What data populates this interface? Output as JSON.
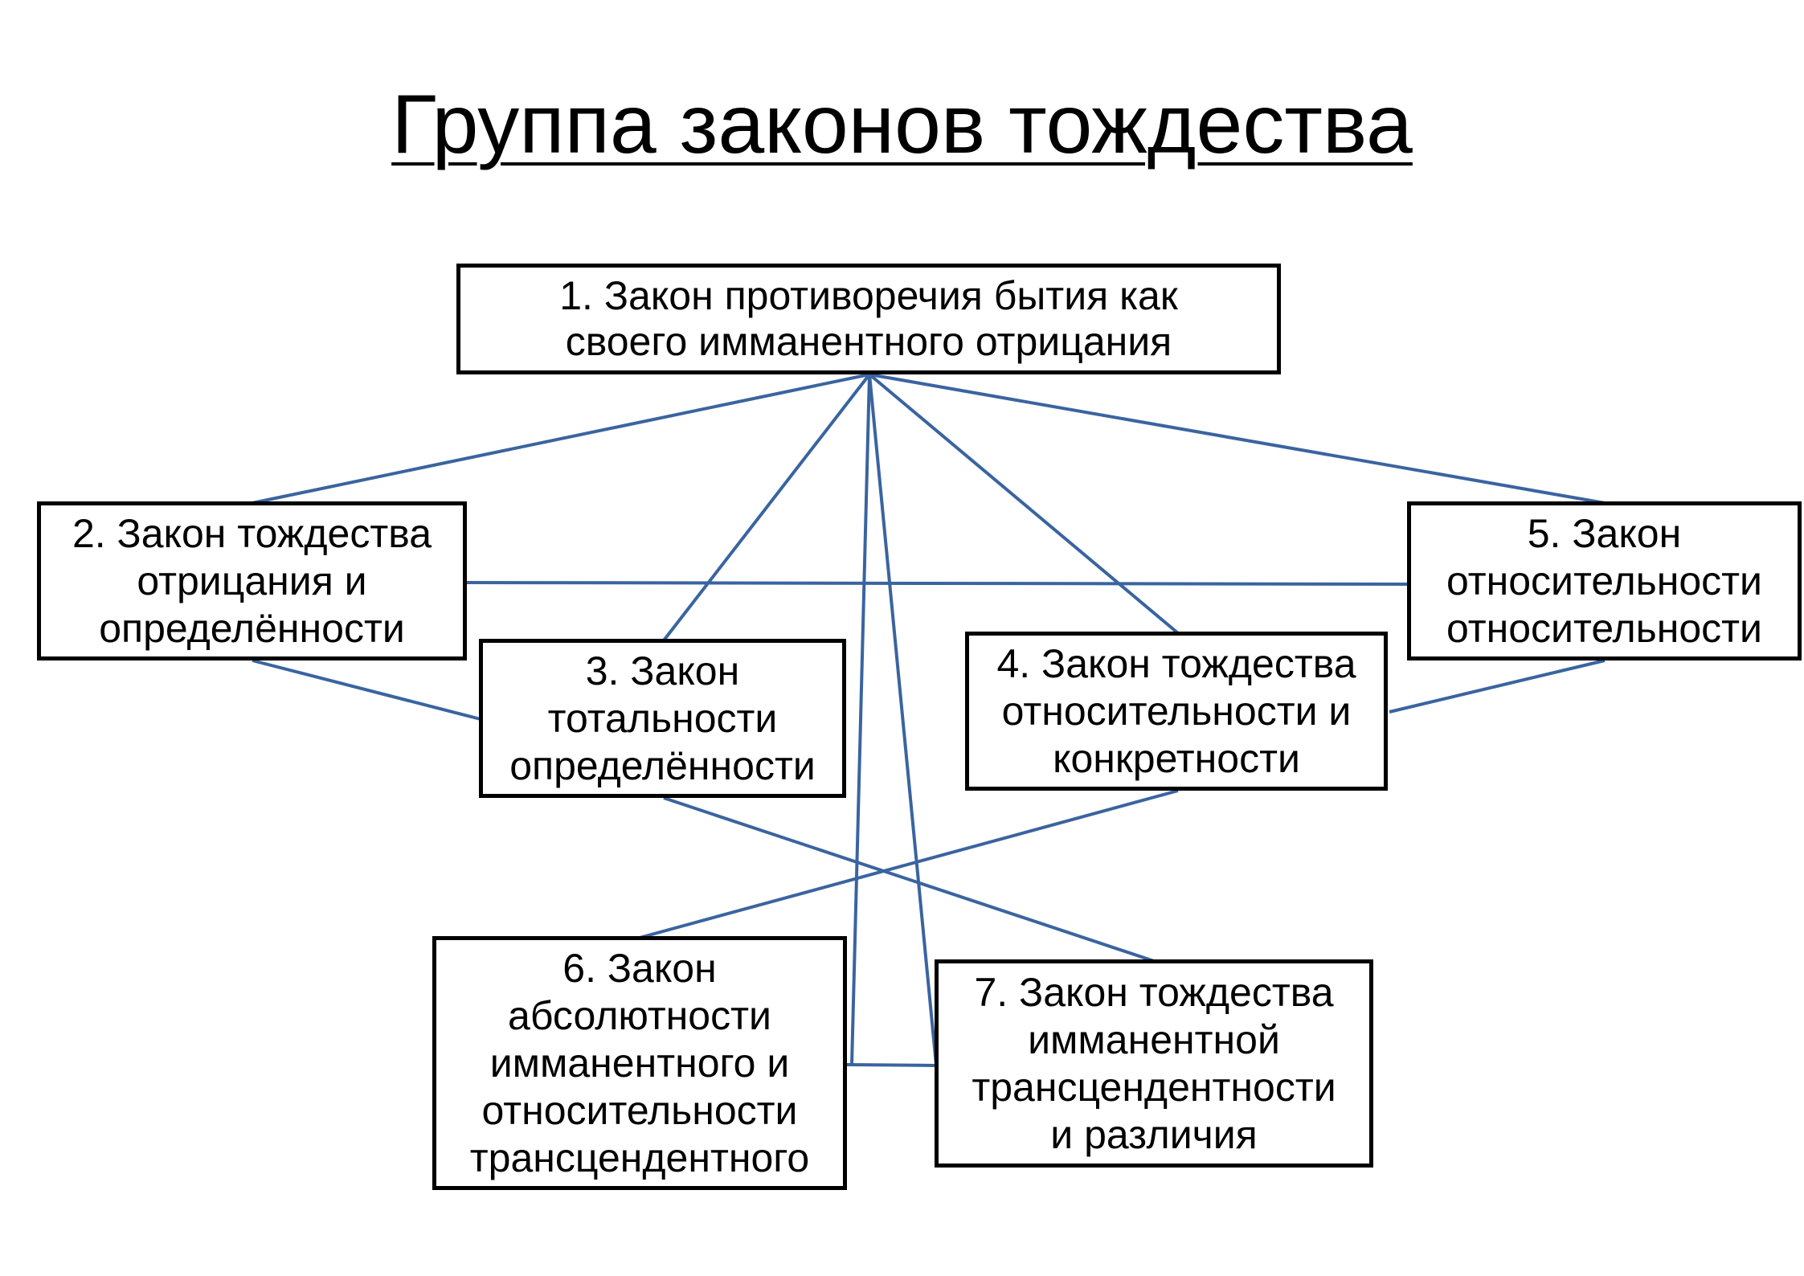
{
  "title": "Группа законов тождества",
  "colors": {
    "line": "#3a64a0",
    "border": "#000000"
  },
  "nodes": {
    "n1": "1. Закон противоречия бытия как\nсвоего имманентного отрицания",
    "n2": "2. Закон тождества\nотрицания и\nопределённости",
    "n3": "3. Закон\nтотальности\nопределённости",
    "n4": "4. Закон тождества\nотносительности и\nконкретности",
    "n5": "5. Закон\nотносительности\nотносительности",
    "n6": "6. Закон\nабсолютности\nимманентного и\nотносительности\nтрансцендентного",
    "n7": "7. Закон  тождества\nимманентной\nтрансцендентности\nи различия"
  },
  "edges": [
    [
      "n1",
      "n2"
    ],
    [
      "n1",
      "n3"
    ],
    [
      "n1",
      "n4"
    ],
    [
      "n1",
      "n5"
    ],
    [
      "n1",
      "n6"
    ],
    [
      "n1",
      "n7"
    ],
    [
      "n2",
      "n5"
    ],
    [
      "n2",
      "n3"
    ],
    [
      "n5",
      "n4"
    ],
    [
      "n3",
      "n7"
    ],
    [
      "n4",
      "n6"
    ],
    [
      "n6",
      "n7"
    ]
  ]
}
